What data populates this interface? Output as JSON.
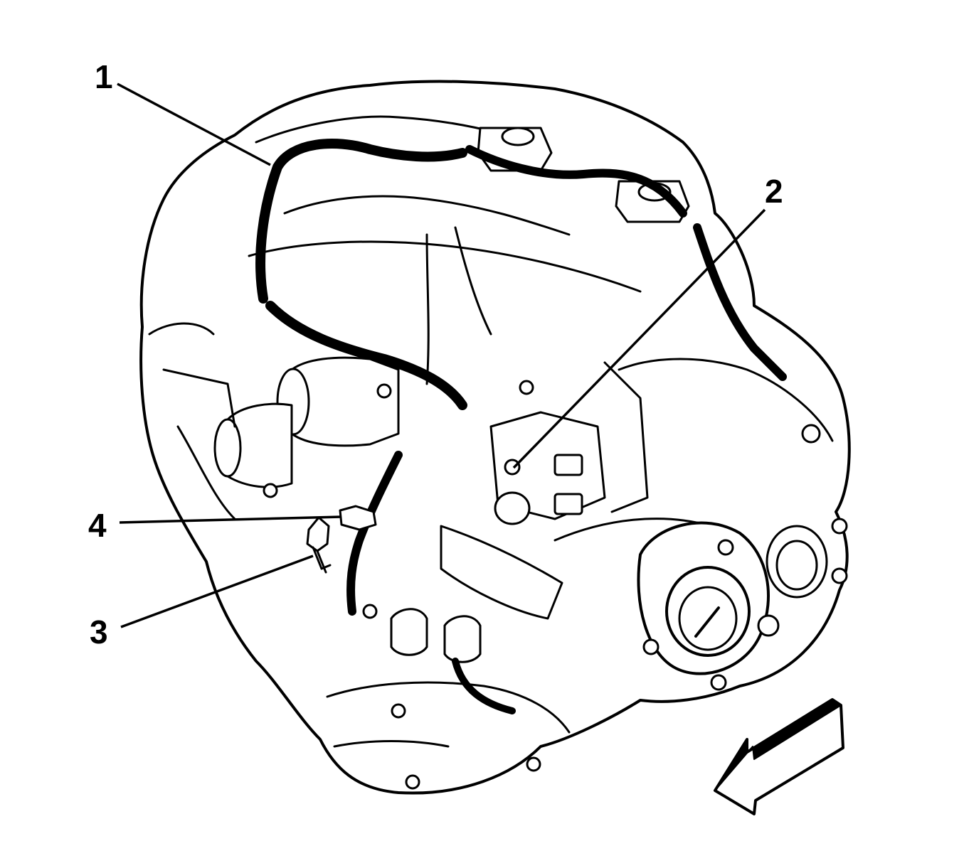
{
  "colors": {
    "ink": "#000000",
    "paper": "#ffffff"
  },
  "callouts": [
    {
      "id": "1",
      "label": "1"
    },
    {
      "id": "2",
      "label": "2"
    },
    {
      "id": "3",
      "label": "3"
    },
    {
      "id": "4",
      "label": "4"
    }
  ],
  "icons": {
    "orientation_arrow": "orientation-arrow-icon",
    "engine_assembly": "engine-assembly-illustration"
  }
}
